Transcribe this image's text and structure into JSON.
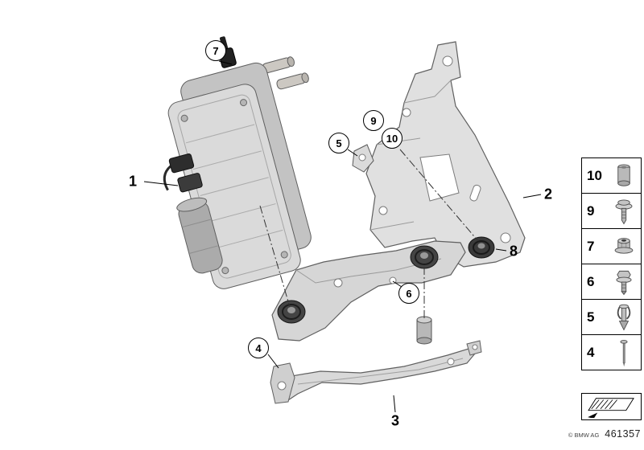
{
  "callouts": {
    "n1": "1",
    "n2": "2",
    "n3": "3",
    "n4": "4",
    "n5": "5",
    "n6": "6",
    "n7": "7",
    "n8": "8",
    "n9": "9",
    "n10": "10"
  },
  "legend": {
    "rows": [
      {
        "label": "10",
        "icon": "sleeve-icon"
      },
      {
        "label": "9",
        "icon": "screw-washer-icon"
      },
      {
        "label": "7",
        "icon": "flange-nut-icon"
      },
      {
        "label": "6",
        "icon": "hex-bolt-icon"
      },
      {
        "label": "5",
        "icon": "expanding-clip-icon"
      },
      {
        "label": "4",
        "icon": "pin-icon"
      }
    ],
    "symbol_icon": "hatched-plane-symbol"
  },
  "footer": {
    "copyright": "© BMW AG",
    "part_number": "461357"
  },
  "colors": {
    "part_fill_light": "#dadada",
    "part_fill_mid": "#c3c3c3",
    "part_fill_dark": "#9e9e9e",
    "rubber_dark": "#3a3a3a",
    "outline": "#5f5f5f"
  }
}
